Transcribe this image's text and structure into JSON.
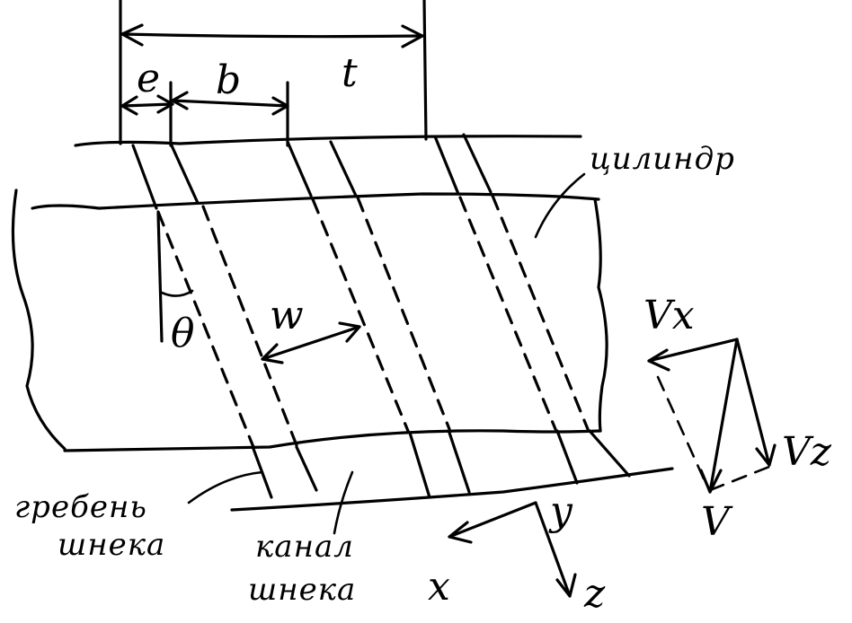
{
  "dimensions": {
    "t": "t",
    "e": "e",
    "b": "b",
    "w": "w",
    "theta": "θ"
  },
  "axes": {
    "x": "x",
    "y": "y",
    "z": "z"
  },
  "velocities": {
    "vx": "Vx",
    "vz": "Vz",
    "v": "V"
  },
  "annotations": {
    "cylinder": "цилиндр",
    "screw_crest_line1": "гребень",
    "screw_crest_line2": "шнека",
    "screw_channel_line1": "канал",
    "screw_channel_line2": "шнека"
  }
}
